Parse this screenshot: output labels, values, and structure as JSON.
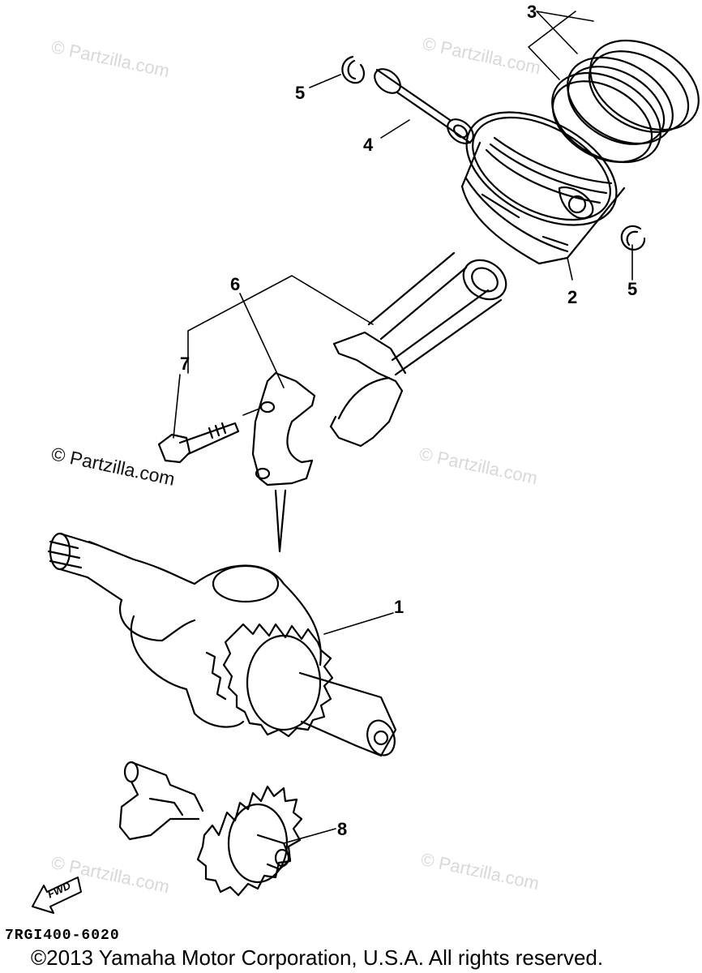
{
  "callouts": [
    {
      "key": "crankshaft",
      "label": "1"
    },
    {
      "key": "piston",
      "label": "2"
    },
    {
      "key": "piston-ring-set",
      "label": "3"
    },
    {
      "key": "piston-pin",
      "label": "4"
    },
    {
      "key": "circlip-left",
      "label": "5"
    },
    {
      "key": "circlip-right",
      "label": "5"
    },
    {
      "key": "connecting-rod-cap",
      "label": "6"
    },
    {
      "key": "connecting-rod-bolt",
      "label": "7"
    },
    {
      "key": "balancer-shaft",
      "label": "8"
    }
  ],
  "watermarks": {
    "large": "© Partzilla.com",
    "faint": "© Partzilla.com"
  },
  "fwd_label": "FWD",
  "part_code": "7RGI400-6020",
  "copyright": "©2013  Yamaha Motor Corporation, U.S.A. All rights reserved."
}
